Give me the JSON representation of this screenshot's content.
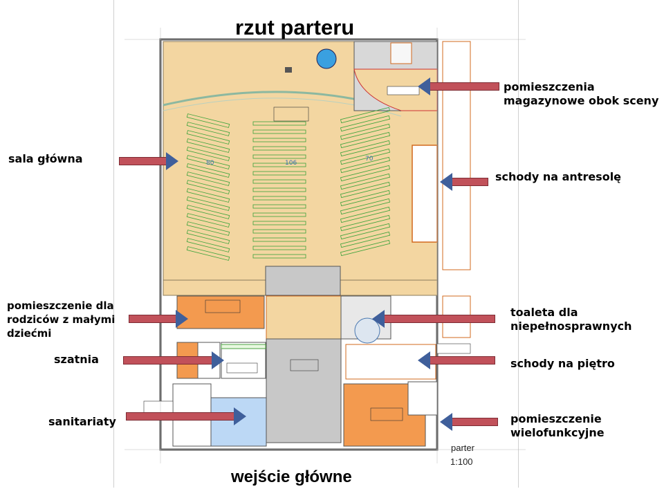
{
  "title": "rzut parteru",
  "entrance_label": "wejście główne",
  "scale_note": {
    "line1": "parter",
    "line2": "1:100"
  },
  "labels": {
    "sala_glowna": "sala główna",
    "magazyn_line1": "pomieszczenia",
    "magazyn_line2": "magazynowe obok sceny",
    "schody_antresola": "schody na antresolę",
    "rodzice_line1": "pomieszczenie dla",
    "rodzice_line2": "rodziców z małymi",
    "rodzice_line3": "dziećmi",
    "toaleta_line1": "toaleta dla",
    "toaleta_line2": "niepełnosprawnych",
    "szatnia": "szatnia",
    "schody_pietro": "schody na piętro",
    "sanitariaty": "sanitariaty",
    "wielofunkcyjne_line1": "pomieszczenie",
    "wielofunkcyjne_line2": "wielofunkcyjne"
  },
  "seat_counts": {
    "left": "80",
    "center": "106",
    "right": "70"
  },
  "colors": {
    "main_hall": "#f3d6a1",
    "orange_room": "#f39a4f",
    "grey_room": "#c8c8c8",
    "sanitary": "#bcd8f5",
    "wc_room": "#e8e8e8",
    "seats": "#3aa23a",
    "arrow_fill": "#c1515a",
    "arrow_head": "#3f5f9b",
    "walls": "#555555"
  }
}
